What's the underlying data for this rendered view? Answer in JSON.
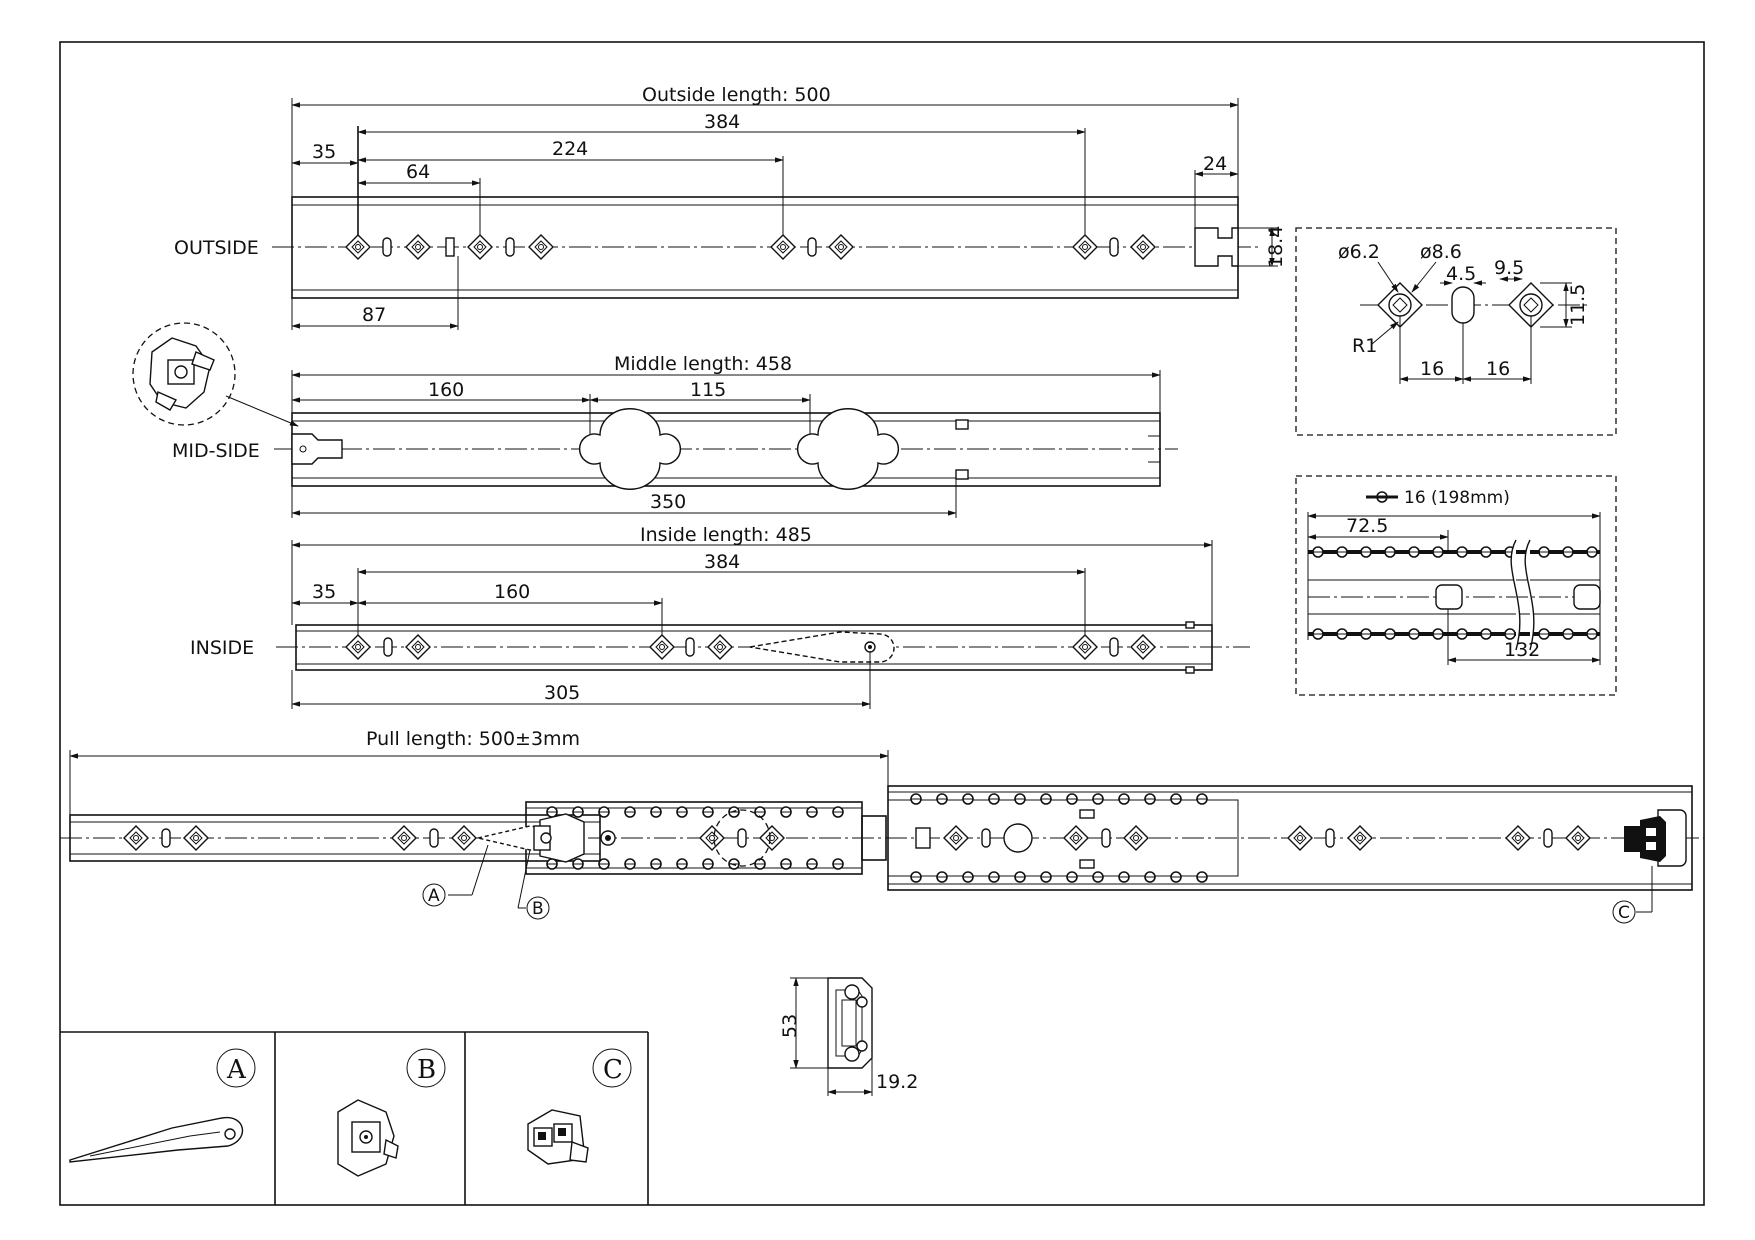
{
  "views": {
    "outside": {
      "label": "OUTSIDE",
      "length_text": "Outside length: 500",
      "dims": [
        "384",
        "224",
        "35",
        "64",
        "24",
        "18.4",
        "87"
      ]
    },
    "mid_side": {
      "label": "MID-SIDE",
      "length_text": "Middle length: 458",
      "dims": [
        "160",
        "115",
        "350"
      ]
    },
    "inside": {
      "label": "INSIDE",
      "length_text": "Inside length: 485",
      "dims": [
        "384",
        "35",
        "160",
        "305"
      ]
    },
    "pull": {
      "length_text": "Pull length: 500±3mm",
      "markers": [
        "A",
        "B",
        "C"
      ]
    }
  },
  "hole_detail": {
    "dims": [
      "ø6.2",
      "ø8.6",
      "4.5",
      "9.5",
      "11.5",
      "R1",
      "16",
      "16"
    ]
  },
  "ball_detail": {
    "title": "16 (198mm)",
    "dims": [
      "72.5",
      "132"
    ]
  },
  "profile": {
    "dims": [
      "53",
      "19.2"
    ]
  },
  "parts": [
    {
      "letter": "A"
    },
    {
      "letter": "B"
    },
    {
      "letter": "C"
    }
  ]
}
